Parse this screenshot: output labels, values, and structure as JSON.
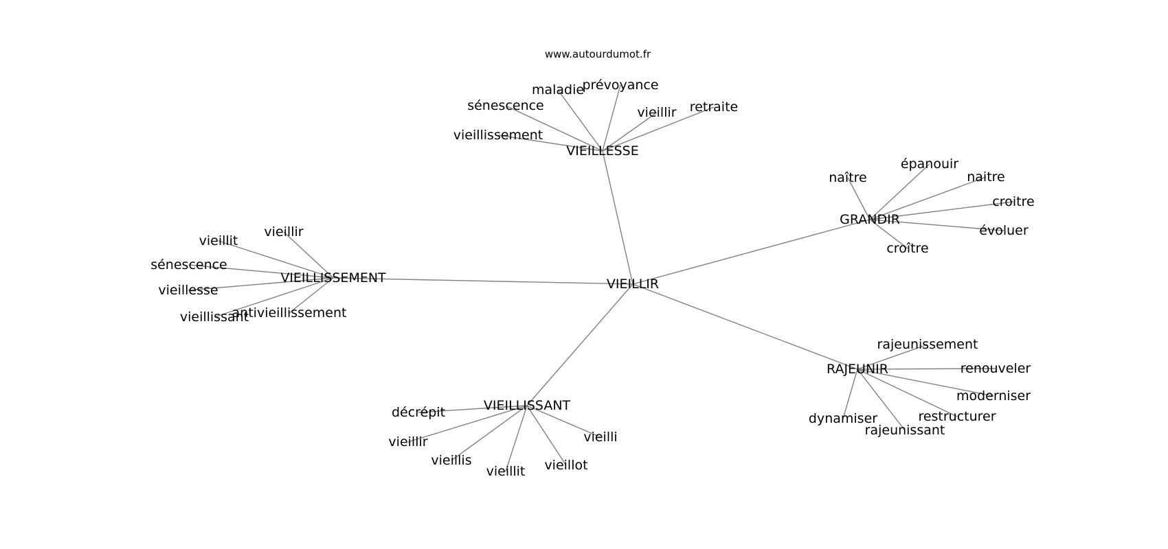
{
  "website": "www.autourdumot.fr",
  "root": "VIEILLIR",
  "clusters": [
    {
      "label": "VIEILLESSE",
      "children": [
        "vieillissement",
        "sénescence",
        "maladie",
        "prévoyance",
        "vieillir",
        "retraite"
      ]
    },
    {
      "label": "GRANDIR",
      "children": [
        "naître",
        "épanouir",
        "naitre",
        "croitre",
        "évoluer",
        "croître"
      ]
    },
    {
      "label": "VIEILLISSEMENT",
      "children": [
        "vieillit",
        "vieillir",
        "sénescence",
        "vieillesse",
        "vieillissant",
        "antivieillissement"
      ]
    },
    {
      "label": "VIEILLISSANT",
      "children": [
        "décrépit",
        "vieillir",
        "vieillis",
        "vieillit",
        "vieillot",
        "vieilli"
      ]
    },
    {
      "label": "RAJEUNIR",
      "children": [
        "rajeunissement",
        "renouveler",
        "moderniser",
        "restructurer",
        "rajeunissant",
        "dynamiser"
      ]
    }
  ]
}
